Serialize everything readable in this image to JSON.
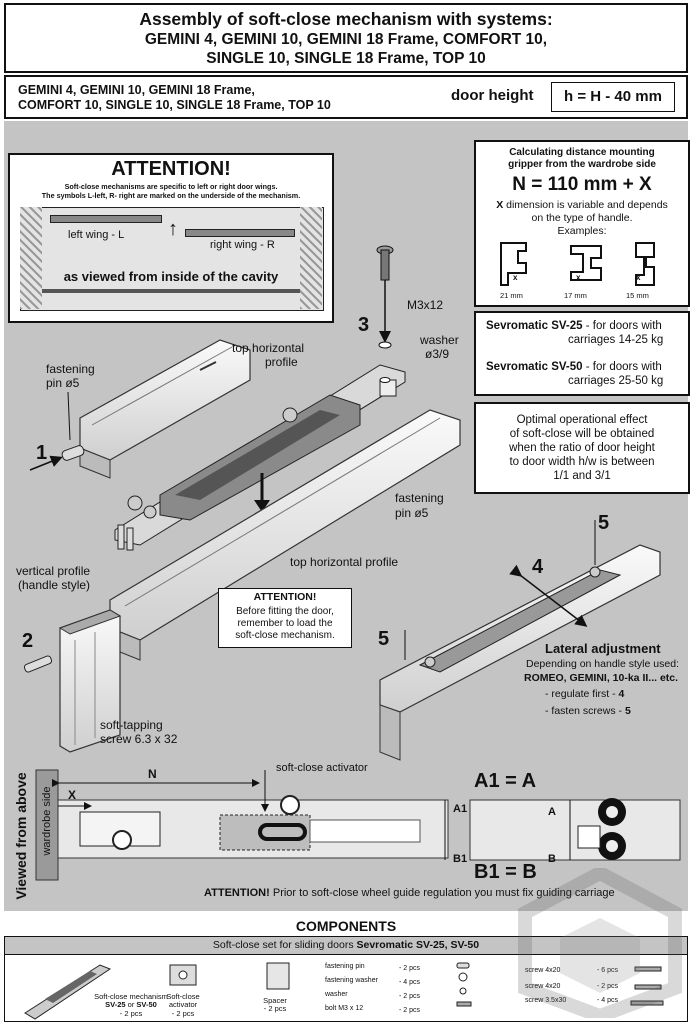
{
  "header": {
    "line1": "Assembly of soft-close mechanism with systems:",
    "line2": "GEMINI 4, GEMINI 10, GEMINI 18 Frame, COMFORT 10,",
    "line3": "SINGLE 10, SINGLE 18 Frame, TOP 10"
  },
  "subheader": {
    "systems_line1": "GEMINI 4, GEMINI 10, GEMINI 18 Frame,",
    "systems_line2": "COMFORT 10, SINGLE 10, SINGLE 18 Frame, TOP 10",
    "door_height_label": "door height",
    "formula": "h = H - 40 mm"
  },
  "attention_box": {
    "title": "ATTENTION!",
    "text1": "Soft-close mechanisms are specific to left or right door wings.",
    "text2": "The symbols L-left, R- right are marked on the underside of the mechanism.",
    "left_wing": "left wing - L",
    "right_wing": "right wing - R",
    "viewed": "as viewed from inside of the cavity"
  },
  "distance_box": {
    "title1": "Calculating distance mounting",
    "title2": "gripper from the wardrobe side",
    "formula": "N = 110 mm + X",
    "x_symbol": "X",
    "desc1": " dimension is variable and depends",
    "desc2": "on the type of handle.",
    "desc3": "Examples:",
    "profiles": [
      {
        "x": "x",
        "dim": "21 mm"
      },
      {
        "x": "x",
        "dim": "17 mm"
      },
      {
        "x": "x",
        "dim": "15 mm"
      }
    ]
  },
  "sevromatic_box": {
    "sv25_name": "Sevromatic SV-25",
    "sv25_text1": " - for doors with",
    "sv25_text2": "carriages 14-25 kg",
    "sv50_name": "Sevromatic SV-50",
    "sv50_text1": " - for doors with",
    "sv50_text2": "carriages 25-50 kg"
  },
  "optimal_box": {
    "lines": [
      "Optimal operational effect",
      "of soft-close will be obtained",
      "when the ratio of door height",
      "to door width h/w is between",
      "1/1 and 3/1"
    ]
  },
  "assembly": {
    "step1": "1",
    "step2": "2",
    "step3": "3",
    "step4": "4",
    "step5a": "5",
    "step5b": "5",
    "fastening_pin1": "fastening",
    "fastening_pin2": "pin ø5",
    "top_profile1": "top horizontal",
    "top_profile2": "profile",
    "m3x12": "M3x12",
    "washer1": "washer",
    "washer2": "ø3/9",
    "fastening_pin_b1": "fastening",
    "fastening_pin_b2": "pin ø5",
    "top_profile_b": "top horizontal profile",
    "vertical1": "vertical profile",
    "vertical2": "(handle style)",
    "attention_title": "ATTENTION!",
    "attention1": "Before fitting the door,",
    "attention2": "remember to load the",
    "attention3": "soft-close mechanism.",
    "screw1": "soft-tapping",
    "screw2": "screw 6.3 x 32",
    "lateral_title": "Lateral adjustment",
    "lateral1": "Depending on handle style used:",
    "lateral2": "ROMEO, GEMINI, 10-ka II... etc.",
    "lateral3a": "- regulate first - ",
    "lateral3b": "4",
    "lateral4a": "- fasten screws - ",
    "lateral4b": "5"
  },
  "top_view": {
    "side_label": "Viewed from above",
    "wardrobe_side": "wardrobe side",
    "n": "N",
    "x": "X",
    "activator": "soft-close activator",
    "a1_eq": "A1 = A",
    "b1_eq": "B1 = B",
    "a1": "A1",
    "b1": "B1",
    "a": "A",
    "b": "B",
    "attention_bold": "ATTENTION!",
    "attention_text": " Prior to soft-close wheel guide regulation you must fix guiding carriage"
  },
  "components": {
    "title": "COMPONENTS",
    "set_prefix": "Soft-close set for sliding doors ",
    "set_bold": "Sevromatic SV-25, SV-50",
    "mech_label": "Soft-close mechanism",
    "mech_sv25": "SV-25",
    "mech_or": " or ",
    "mech_sv50": "SV-50",
    "mech_qty": "- 2 pcs",
    "activator1": "Soft-close",
    "activator2": "activator",
    "activator_qty": "- 2 pcs",
    "spacer": "Spacer",
    "spacer_qty": "- 2 pcs",
    "small_items": [
      {
        "name": "fastening pin",
        "qty": "- 2 pcs"
      },
      {
        "name": "fastening washer",
        "qty": "- 4 pcs"
      },
      {
        "name": "washer",
        "qty": "- 2 pcs"
      },
      {
        "name": "bolt M3 x 12",
        "qty": "- 2 pcs"
      }
    ],
    "screws": [
      {
        "name": "screw 4x20",
        "qty": "- 6 pcs"
      },
      {
        "name": "screw 4x20",
        "qty": "- 2 pcs"
      },
      {
        "name": "screw 3.5x30",
        "qty": "- 4 pcs"
      }
    ]
  }
}
